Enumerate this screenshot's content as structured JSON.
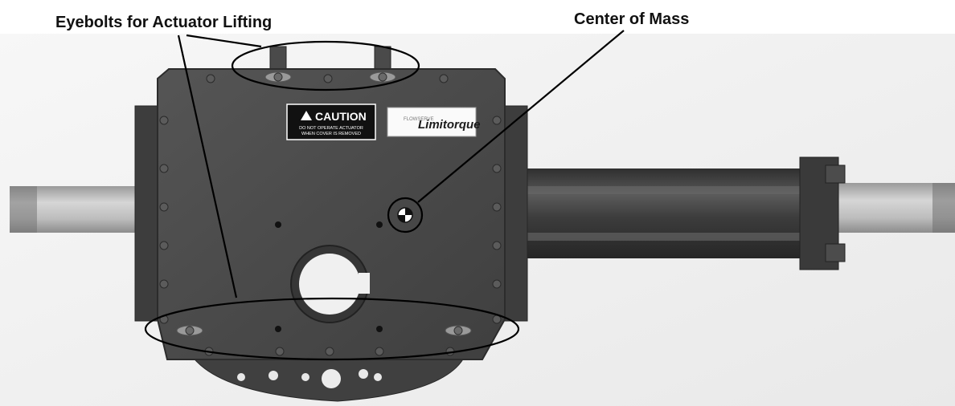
{
  "callouts": {
    "eyebolts": "Eyebolts for Actuator Lifting",
    "center_of_mass": "Center of Mass"
  },
  "caution_label": {
    "heading": "CAUTION",
    "line1": "DO NOT OPERATE ACTUATOR",
    "line2": "WHEN COVER IS REMOVED"
  },
  "brand_plate": {
    "small": "FLOWSERVE",
    "name": "Limitorque"
  },
  "colors": {
    "housing": "#4a4a4a",
    "housing_edge": "#2e2e2e",
    "shaft": "#b9b9b9",
    "cylinder": "#4d4d4d",
    "background": "#f2f2f2"
  }
}
